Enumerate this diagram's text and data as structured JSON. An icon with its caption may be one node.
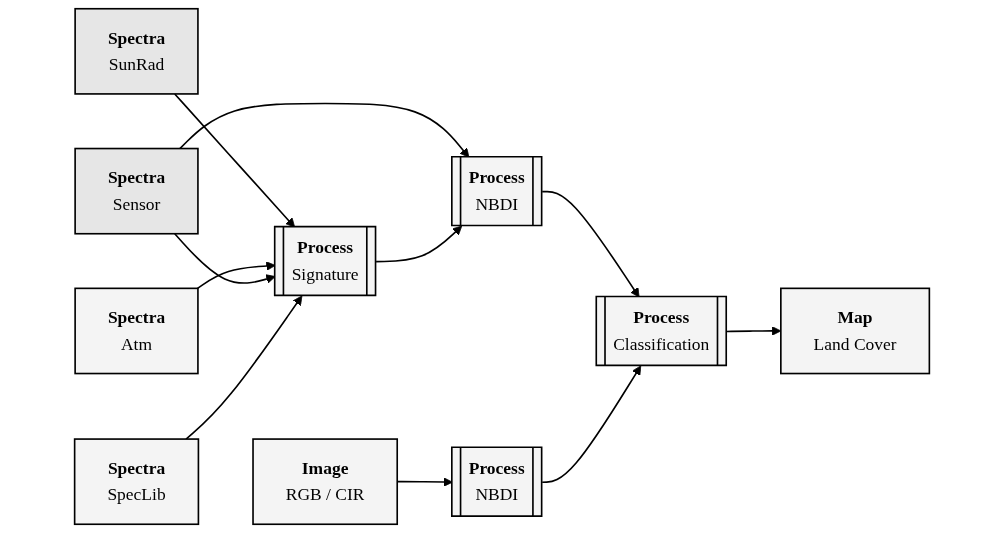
{
  "diagram": {
    "nodes": [
      {
        "text": [
          "Spectra",
          "SunRad"
        ]
      },
      {
        "text": [
          "Spectra",
          "Atm"
        ]
      },
      {
        "text": [
          "Spectra",
          "Sensor"
        ]
      },
      {
        "text": [
          "Spectra",
          "SpecLib"
        ]
      },
      {
        "text": [
          "Process",
          "Signature"
        ]
      },
      {
        "text": [
          "Process",
          "NBDI"
        ]
      },
      {
        "text": [
          "Image",
          "RGB / CIR"
        ]
      },
      {
        "text": [
          "Process",
          "NBDI"
        ]
      },
      {
        "text": [
          "Process",
          "Classification"
        ]
      },
      {
        "text": [
          "Map",
          "Land Cover"
        ]
      }
    ],
    "edges": [
      {
        "from": 0,
        "to": 4,
        "arrow": "to"
      },
      {
        "from": 1,
        "to": 4,
        "arrow": "to"
      },
      {
        "from": 2,
        "to": 4,
        "arrow": "to"
      },
      {
        "from": 2,
        "to": 5,
        "arrow": "to"
      },
      {
        "from": 3,
        "to": 4,
        "arrow": "to"
      },
      {
        "from": 4,
        "to": 5,
        "arrow": "to"
      },
      {
        "from": 5,
        "to": 8,
        "arrow": "to"
      },
      {
        "from": 6,
        "to": 7,
        "arrow": "to"
      },
      {
        "from": 7,
        "to": 8,
        "arrow": "to"
      },
      {
        "from": 8,
        "to": 9,
        "arrow": "to"
      }
    ]
  }
}
